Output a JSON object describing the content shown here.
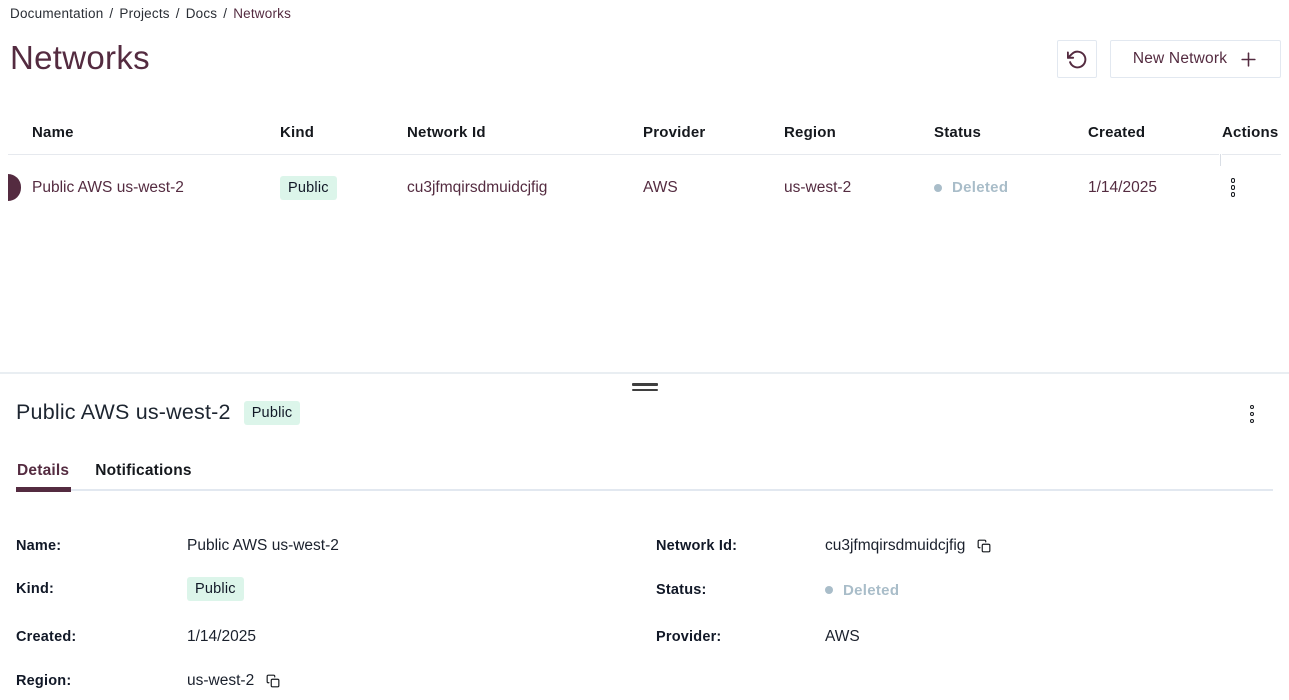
{
  "colors": {
    "accent": "#542B40",
    "badge_bg": "#DCF5EA",
    "badge_text": "#111827",
    "status_muted": "#A9BDC9",
    "border": "#E2E8F0",
    "text_dark": "#1A202C"
  },
  "breadcrumb": {
    "separator": "/",
    "items": [
      "Documentation",
      "Projects",
      "Docs"
    ],
    "current": "Networks"
  },
  "page": {
    "title": "Networks"
  },
  "toolbar": {
    "refresh_icon": "rotate-ccw-icon",
    "new_network": {
      "label": "New Network",
      "icon": "plus-icon"
    }
  },
  "table": {
    "columns": [
      "Name",
      "Kind",
      "Network Id",
      "Provider",
      "Region",
      "Status",
      "Created",
      "Actions"
    ],
    "rows": [
      {
        "name": "Public AWS us-west-2",
        "kind": "Public",
        "network_id": "cu3jfmqirsdmuidcjfig",
        "provider": "AWS",
        "region": "us-west-2",
        "status": "Deleted",
        "created": "1/14/2025"
      }
    ]
  },
  "drawer": {
    "title": "Public AWS us-west-2",
    "badge": "Public",
    "tabs": [
      {
        "label": "Details",
        "active": true
      },
      {
        "label": "Notifications",
        "active": false
      }
    ],
    "details": {
      "name_label": "Name:",
      "name_value": "Public AWS us-west-2",
      "kind_label": "Kind:",
      "kind_value": "Public",
      "created_label": "Created:",
      "created_value": "1/14/2025",
      "region_label": "Region:",
      "region_value": "us-west-2",
      "network_id_label": "Network Id:",
      "network_id_value": "cu3jfmqirsdmuidcjfig",
      "status_label": "Status:",
      "status_value": "Deleted",
      "provider_label": "Provider:",
      "provider_value": "AWS"
    }
  }
}
